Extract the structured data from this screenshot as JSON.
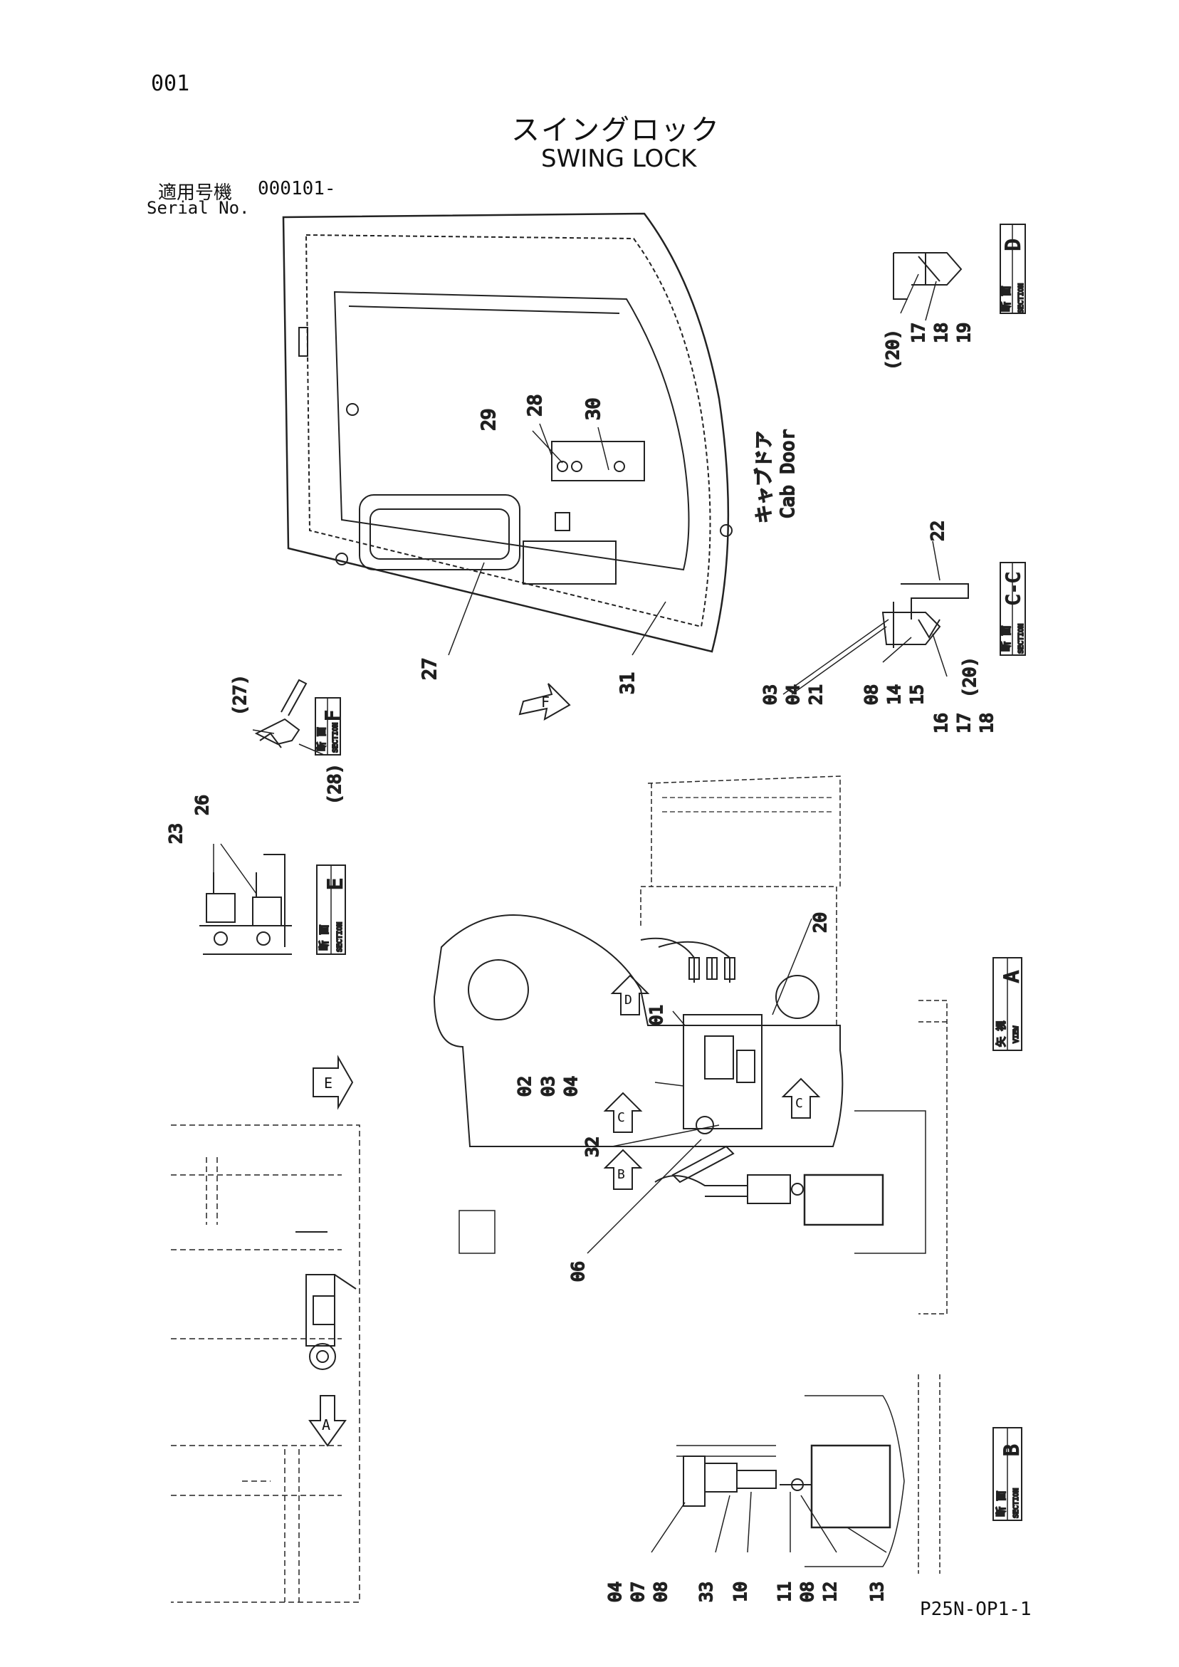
{
  "page_number": "001",
  "title_jp": "スイングロック",
  "title_en": "SWING LOCK",
  "serial": {
    "label_jp": "適用号機",
    "label_en": "Serial No.",
    "value": "000101-"
  },
  "doc_code": "P25N-OP1-1",
  "cab_door": {
    "jp": "キャブドア",
    "en": "Cab Door"
  },
  "section_word_jp": "断 面",
  "section_word_en": "SECTION",
  "view_word_jp": "矢 視",
  "view_word_en": "VIEW",
  "sections": {
    "D": "D",
    "CC": "C-C",
    "F": "F",
    "E": "E",
    "B": "B",
    "A": "A"
  },
  "arrows": {
    "F": "F",
    "E": "E",
    "D": "D",
    "C": "C",
    "B": "B",
    "A": "A"
  },
  "callouts": {
    "door": [
      "27",
      "28",
      "29",
      "30",
      "31"
    ],
    "section_d": [
      "(20)",
      "17",
      "18",
      "19"
    ],
    "section_cc": [
      "22",
      "03",
      "04",
      "21",
      "08",
      "14",
      "15",
      "16",
      "17",
      "18",
      "(20)"
    ],
    "section_f": [
      "(27)",
      "(28)"
    ],
    "section_e": [
      "23",
      "26"
    ],
    "view_a": [
      "20",
      "01",
      "02",
      "03",
      "04",
      "32",
      "06"
    ],
    "section_b": [
      "04",
      "07",
      "08",
      "33",
      "10",
      "11",
      "08",
      "12",
      "13"
    ]
  }
}
